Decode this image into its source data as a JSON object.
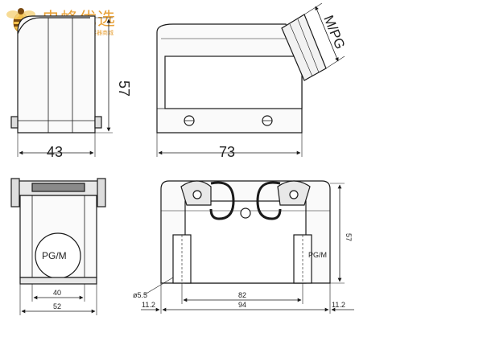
{
  "brand": {
    "name": "电蜂优选",
    "tagline": "厂家直采电子连接器商城",
    "accent_color": "#e8a23a"
  },
  "drawing": {
    "views": {
      "side_view": {
        "height_label": "57",
        "width_label": "43"
      },
      "front_view": {
        "width_label": "73",
        "cable_entry_label": "M/PG"
      },
      "bottom_left_view": {
        "entry_label": "PG/M",
        "inner_width_label": "40",
        "outer_width_label": "52"
      },
      "bottom_right_view": {
        "entry_label": "PG/M",
        "height_label": "57",
        "hole_label": "ø5.5",
        "mount_spacing_label": "82",
        "overall_width_label": "94",
        "left_offset_label": "11.2",
        "right_offset_label": "11.2"
      }
    },
    "line_color": "#1a1a1a",
    "fill_color": "#e8e8e8",
    "dark_fill_color": "#8a8a8a"
  }
}
